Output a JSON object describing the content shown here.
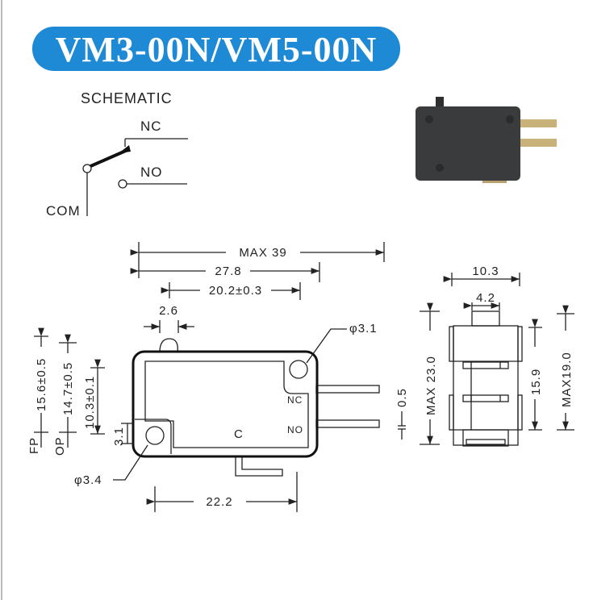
{
  "title": "VM3-00N/VM5-00N",
  "colors": {
    "title_bg": "#1e8ad6",
    "photo_body": "#3a3b3d"
  },
  "schematic": {
    "heading": "SCHEMATIC",
    "nc": "NC",
    "no": "NO",
    "com": "COM"
  },
  "front_view": {
    "max_length": "MAX 39",
    "length_27": "27.8",
    "length_20": "20.2±0.3",
    "plunger_width": "2.6",
    "hole_upper": "φ3.1",
    "hole_lower": "φ3.4",
    "fp": "FP",
    "fp_value": "15.6±0.5",
    "op": "OP",
    "op_value": "14.7±0.5",
    "height_103": "10.3±0.1",
    "hole_offset": "3.1",
    "terminal_nc": "NC",
    "terminal_no": "NO",
    "terminal_c": "C",
    "bottom_length": "22.2",
    "terminal_gap": "0.5"
  },
  "side_view": {
    "width": "10.3",
    "plunger_width": "4.2",
    "max_height": "MAX 23.0",
    "body_height": "15.9",
    "max_body": "MAX19.0"
  }
}
